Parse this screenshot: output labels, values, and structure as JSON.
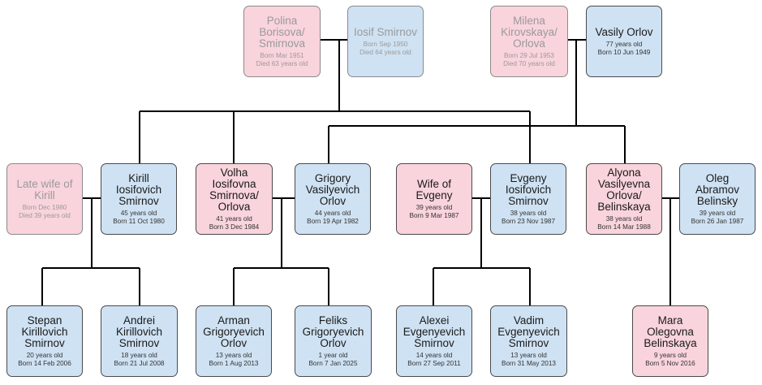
{
  "people": [
    {
      "id": "polina",
      "name": [
        "Polina",
        "Borisova/",
        "Smirnova"
      ],
      "info": [
        "Born Mar 1951",
        "Died 63 years old"
      ],
      "gender": "female",
      "deceased": true
    },
    {
      "id": "iosif",
      "name": [
        "Iosif Smirnov"
      ],
      "info": [
        "Born Sep 1950",
        "Died 64 years old"
      ],
      "gender": "male",
      "deceased": true
    },
    {
      "id": "milena",
      "name": [
        "Milena",
        "Kirovskaya/",
        "Orlova"
      ],
      "info": [
        "Born 29 Jul 1953",
        "Died 70 years old"
      ],
      "gender": "female",
      "deceased": true
    },
    {
      "id": "vasily",
      "name": [
        "Vasily Orlov"
      ],
      "info": [
        "77 years old",
        "Born 10 Jun 1949"
      ],
      "gender": "male",
      "deceased": false
    },
    {
      "id": "latewife",
      "name": [
        "Late wife of",
        "Kirill"
      ],
      "info": [
        "Born Dec 1980",
        "Died 39 years old"
      ],
      "gender": "female",
      "deceased": true
    },
    {
      "id": "kirill",
      "name": [
        "Kirill",
        "Iosifovich",
        "Smirnov"
      ],
      "info": [
        "45 years old",
        "Born 11 Oct 1980"
      ],
      "gender": "male",
      "deceased": false
    },
    {
      "id": "volha",
      "name": [
        "Volha",
        "Iosifovna",
        "Smirnova/",
        "Orlova"
      ],
      "info": [
        "41 years old",
        "Born 3 Dec 1984"
      ],
      "gender": "female",
      "deceased": false
    },
    {
      "id": "grigory",
      "name": [
        "Grigory",
        "Vasilyevich",
        "Orlov"
      ],
      "info": [
        "44 years old",
        "Born 19 Apr 1982"
      ],
      "gender": "male",
      "deceased": false
    },
    {
      "id": "wifeevgeny",
      "name": [
        "Wife of",
        "Evgeny"
      ],
      "info": [
        "39 years old",
        "Born 9 Mar 1987"
      ],
      "gender": "female",
      "deceased": false
    },
    {
      "id": "evgeny",
      "name": [
        "Evgeny",
        "Iosifovich",
        "Smirnov"
      ],
      "info": [
        "38 years old",
        "Born 23 Nov 1987"
      ],
      "gender": "male",
      "deceased": false
    },
    {
      "id": "alyona",
      "name": [
        "Alyona",
        "Vasilyevna",
        "Orlova/",
        "Belinskaya"
      ],
      "info": [
        "38 years old",
        "Born 14 Mar 1988"
      ],
      "gender": "female",
      "deceased": false
    },
    {
      "id": "oleg",
      "name": [
        "Oleg",
        "Abramov",
        "Belinsky"
      ],
      "info": [
        "39 years old",
        "Born 26 Jan 1987"
      ],
      "gender": "male",
      "deceased": false
    },
    {
      "id": "stepan",
      "name": [
        "Stepan",
        "Kirillovich",
        "Smirnov"
      ],
      "info": [
        "20 years old",
        "Born 14 Feb 2006"
      ],
      "gender": "male",
      "deceased": false
    },
    {
      "id": "andrei",
      "name": [
        "Andrei",
        "Kirillovich",
        "Smirnov"
      ],
      "info": [
        "18 years old",
        "Born 21 Jul 2008"
      ],
      "gender": "male",
      "deceased": false
    },
    {
      "id": "arman",
      "name": [
        "Arman",
        "Grigoryevich",
        "Orlov"
      ],
      "info": [
        "13 years old",
        "Born 1 Aug 2013"
      ],
      "gender": "male",
      "deceased": false
    },
    {
      "id": "feliks",
      "name": [
        "Feliks",
        "Grigoryevich",
        "Orlov"
      ],
      "info": [
        "1 year old",
        "Born 7 Jan 2025"
      ],
      "gender": "male",
      "deceased": false
    },
    {
      "id": "alexei",
      "name": [
        "Alexei",
        "Evgenyevich",
        "Smirnov"
      ],
      "info": [
        "14 years old",
        "Born 27 Sep 2011"
      ],
      "gender": "male",
      "deceased": false
    },
    {
      "id": "vadim",
      "name": [
        "Vadim",
        "Evgenyevich",
        "Smirnov"
      ],
      "info": [
        "13 years old",
        "Born 31 May 2013"
      ],
      "gender": "male",
      "deceased": false
    },
    {
      "id": "mara",
      "name": [
        "Mara",
        "Olegovna",
        "Belinskaya"
      ],
      "info": [
        "9 years old",
        "Born 5 Nov 2016"
      ],
      "gender": "female",
      "deceased": false
    }
  ],
  "colors": {
    "male": "#cfe2f3",
    "female": "#f9d4dc",
    "line": "#000000"
  }
}
